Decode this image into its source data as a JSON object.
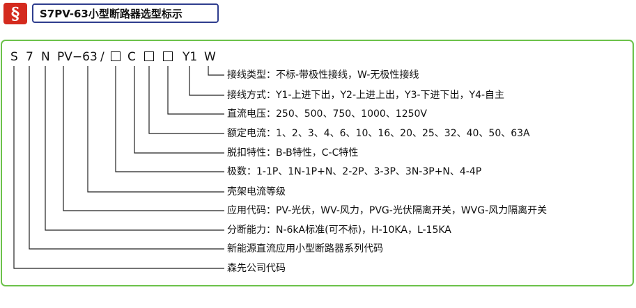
{
  "header": {
    "badge_glyph": "§",
    "title": "S7PV-63小型断路器选型标示",
    "badge_color": "#d42a1e",
    "title_border_color": "#2e3d8e"
  },
  "panel": {
    "border_color": "#6cc24a"
  },
  "model_code": {
    "s": "S",
    "seven": "7",
    "n": "N",
    "pv63": "PV−63",
    "slash": "/",
    "c": "C",
    "y1": "Y1",
    "w": "W"
  },
  "descriptions": [
    "接线类型：不标-带极性接线，W-无极性接线",
    "接线方式：Y1-上进下出，Y2-上进上出，Y3-下进下出，Y4-自主",
    "直流电压：250、500、750、1000、1250V",
    "额定电流：1、2、3、4、6、10、16、20、25、32、40、50、63A",
    "脱扣特性：B-B特性，C-C特性",
    "极数：1-1P、1N-1P+N、2-2P、3-3P、3N-3P+N、4-4P",
    "壳架电流等级",
    "应用代码：PV-光伏，WV-风力，PVG-光伏隔离开关，WVG-风力隔离开关",
    "分断能力：N-6kA标准(可不标)，H-10KA，L-15KA",
    "新能源直流应用小型断路器系列代码",
    "森先公司代码"
  ]
}
